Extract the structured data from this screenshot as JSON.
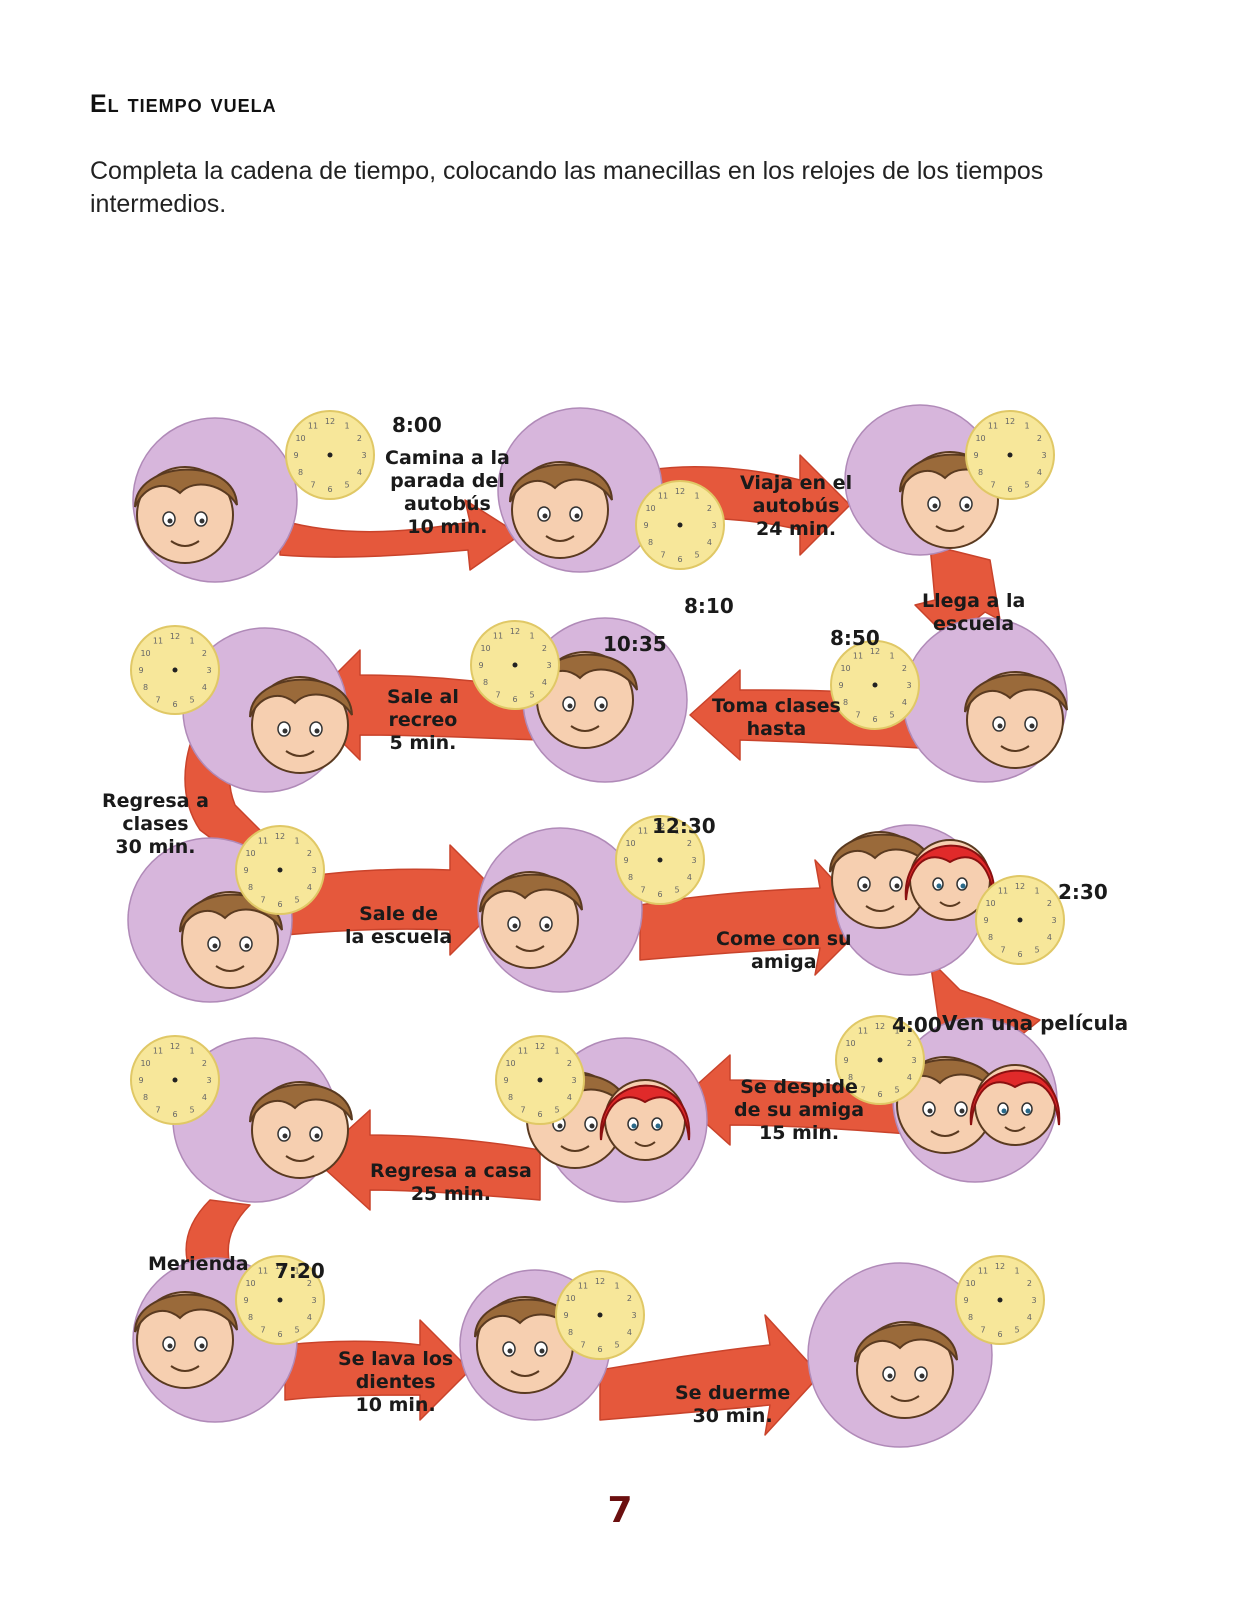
{
  "header": {
    "title": "El tiempo vuela",
    "instructions": "Completa la cadena de tiempo, colocando las manecillas en los relojes de los tiempos intermedios."
  },
  "colors": {
    "arrow": "#e5583c",
    "circle": "#d7b6dc",
    "clock": "#f7e79a",
    "skin": "#f6cfb0",
    "hair": "#9a6a3a",
    "red_hair": "#e02a2a"
  },
  "steps": [
    {
      "row": 1,
      "label_lines": [
        "Camina a la",
        "parada del",
        "autobús",
        "10 min."
      ],
      "time": "8:00"
    },
    {
      "row": 1,
      "label_lines": [
        "Viaja en el",
        "autobús",
        "24 min."
      ],
      "time": "8:10"
    },
    {
      "row": 1,
      "label_lines": [
        "Llega a la",
        "escuela"
      ]
    },
    {
      "row": 2,
      "label_lines": [
        "Toma clases",
        "hasta"
      ],
      "time": "8:50"
    },
    {
      "row": 2,
      "label_lines": [
        "Sale al",
        "recreo",
        "5 min."
      ],
      "time": "10:35"
    },
    {
      "row": 2,
      "label_lines": [
        "Regresa a",
        "clases",
        "30 min."
      ]
    },
    {
      "row": 3,
      "label_lines": [
        "Sale de",
        "la escuela"
      ],
      "time": "12:30"
    },
    {
      "row": 3,
      "label_lines": [
        "Come con su",
        "amiga"
      ],
      "time": "2:30"
    },
    {
      "row": 4,
      "label_lines": [
        "Ven una película"
      ],
      "time": "4:00"
    },
    {
      "row": 4,
      "label_lines": [
        "Se despide",
        "de su amiga",
        "15 min."
      ]
    },
    {
      "row": 4,
      "label_lines": [
        "Regresa a casa",
        "25 min."
      ]
    },
    {
      "row": 5,
      "label_lines": [
        "Merienda"
      ],
      "time": "7:20"
    },
    {
      "row": 5,
      "label_lines": [
        "Se lava los",
        "dientes",
        "10 min."
      ]
    },
    {
      "row": 5,
      "label_lines": [
        "Se duerme",
        "30 min."
      ]
    }
  ],
  "clock_numbers": [
    "12",
    "1",
    "2",
    "3",
    "4",
    "5",
    "6",
    "7",
    "8",
    "9",
    "10",
    "11"
  ],
  "page_number": "7"
}
